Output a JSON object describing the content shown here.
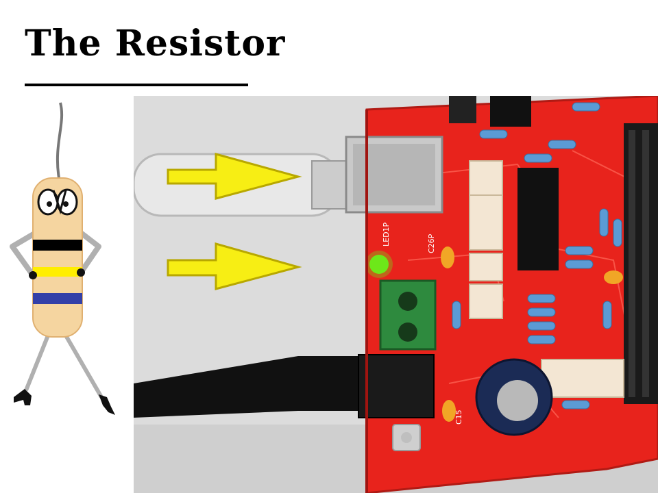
{
  "slide": {
    "title": "The Resistor"
  },
  "mascot": {
    "icon": "resistor-character-icon",
    "band_colors": [
      "#000000",
      "#ffee00",
      "#3340a8"
    ],
    "body_color": "#f5d5a0"
  },
  "photo": {
    "subject": "circuit-board-photo",
    "board_color": "#e8231c",
    "arrow_color": "#f7ee14",
    "led_color": "#6de81a",
    "labels": {
      "led": "LED1P",
      "cap_c26": "C26P",
      "cap_c15": "C15"
    }
  }
}
